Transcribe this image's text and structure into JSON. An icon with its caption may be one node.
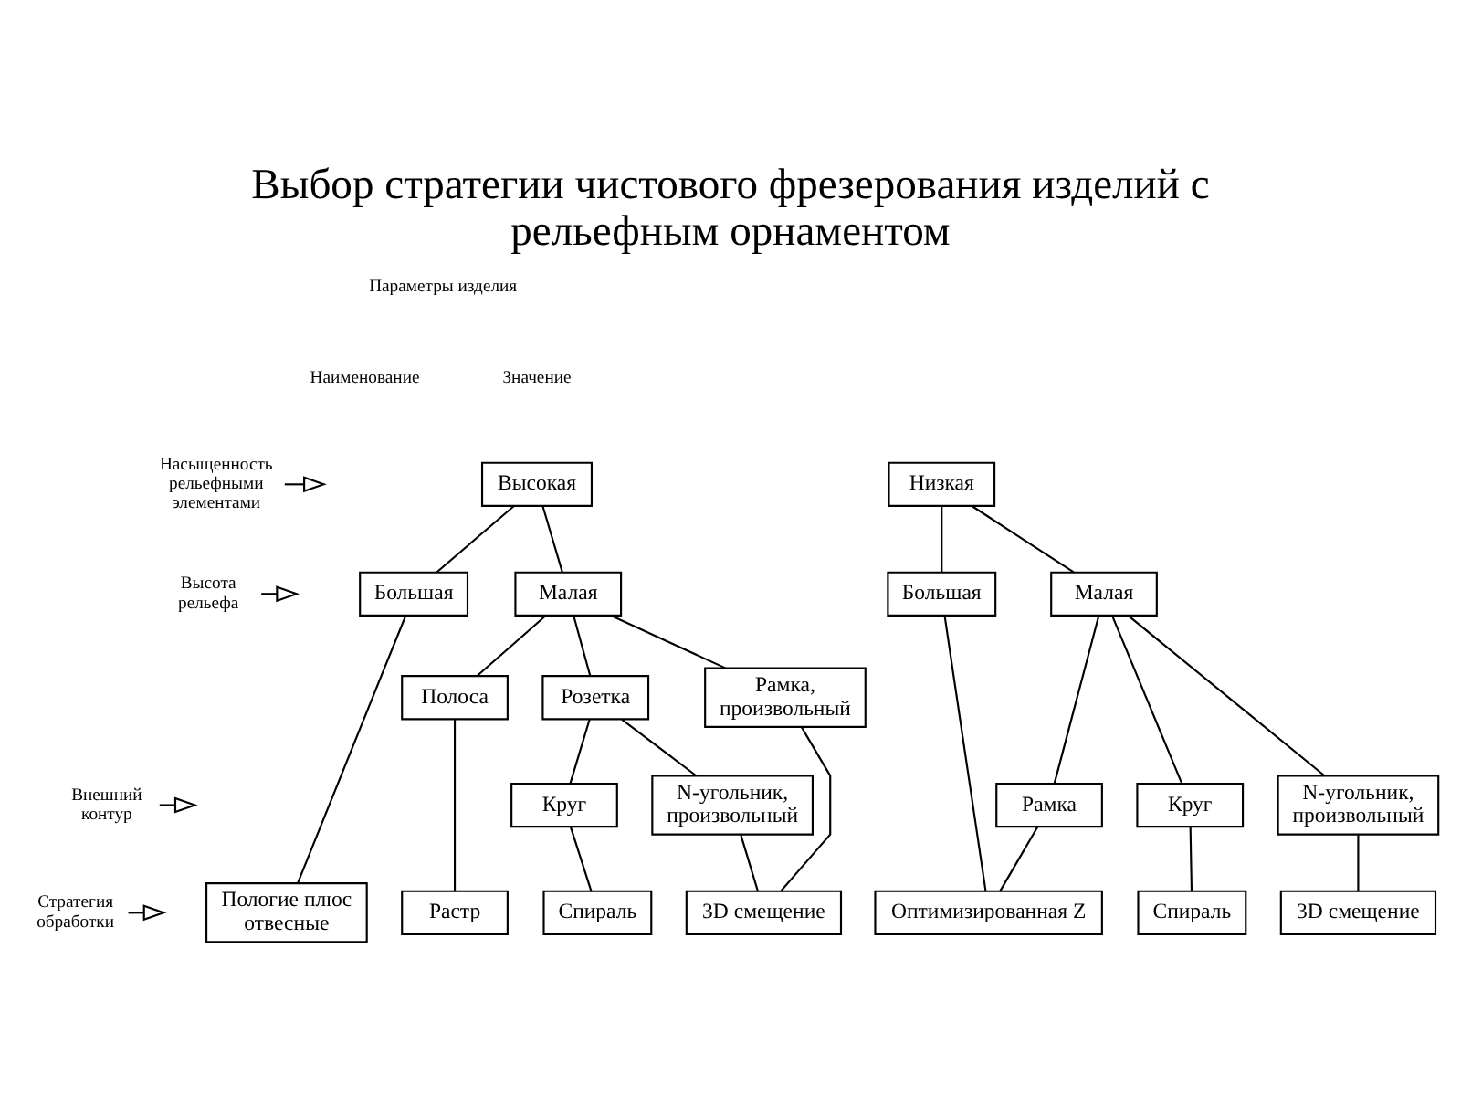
{
  "diagram": {
    "title": "Выбор стратегии чистового фрезерования изделий с рельефным орнаментом",
    "nodes": [
      {
        "text": [
          "Насыщенность рельефными элементами"
        ]
      },
      {
        "text": [
          "Высота рельефа"
        ]
      },
      {
        "text": [
          "Внешний контур"
        ]
      },
      {
        "text": [
          "Стратегия обработки"
        ]
      },
      {
        "text": [
          "Высокая"
        ]
      },
      {
        "text": [
          "Большая"
        ]
      },
      {
        "text": [
          "Малая"
        ]
      },
      {
        "text": [
          "Полоса"
        ]
      },
      {
        "text": [
          "Розетка"
        ]
      },
      {
        "text": [
          "Рамка, произвольный"
        ]
      },
      {
        "text": [
          "Круг"
        ]
      },
      {
        "text": [
          "N-угольник, произвольный"
        ]
      },
      {
        "text": [
          "Пологие плюс отвесные"
        ]
      },
      {
        "text": [
          "Растр"
        ]
      },
      {
        "text": [
          "Спираль"
        ]
      },
      {
        "text": [
          "3D смещение"
        ]
      },
      {
        "text": [
          "Низкая"
        ]
      },
      {
        "text": [
          "Большая"
        ]
      },
      {
        "text": [
          "Малая"
        ]
      },
      {
        "text": [
          "Рамка"
        ]
      },
      {
        "text": [
          "Круг"
        ]
      },
      {
        "text": [
          "N-угольник, произвольный"
        ]
      },
      {
        "text": [
          "Оптимизированная Z"
        ]
      },
      {
        "text": [
          "Спираль"
        ]
      },
      {
        "text": [
          "3D смещение"
        ]
      }
    ],
    "edges": [
      {
        "from": 0,
        "to": null,
        "arrow": "to"
      },
      {
        "from": 1,
        "to": null,
        "arrow": "to"
      },
      {
        "from": 2,
        "to": null,
        "arrow": "to"
      },
      {
        "from": 3,
        "to": null,
        "arrow": "to"
      },
      {
        "from": 4,
        "to": 5,
        "arrow": "none"
      },
      {
        "from": 4,
        "to": 6,
        "arrow": "none"
      },
      {
        "from": 6,
        "to": 7,
        "arrow": "none"
      },
      {
        "from": 6,
        "to": 8,
        "arrow": "none"
      },
      {
        "from": 6,
        "to": 9,
        "arrow": "none"
      },
      {
        "from": 8,
        "to": 10,
        "arrow": "none"
      },
      {
        "from": 8,
        "to": 11,
        "arrow": "none"
      },
      {
        "from": 5,
        "to": 12,
        "arrow": "none"
      },
      {
        "from": 7,
        "to": 13,
        "arrow": "none"
      },
      {
        "from": 10,
        "to": 14,
        "arrow": "none"
      },
      {
        "from": 11,
        "to": 15,
        "arrow": "none"
      },
      {
        "from": 9,
        "to": 15,
        "arrow": "none"
      },
      {
        "from": 16,
        "to": 17,
        "arrow": "none"
      },
      {
        "from": 16,
        "to": 18,
        "arrow": "none"
      },
      {
        "from": 18,
        "to": 19,
        "arrow": "none"
      },
      {
        "from": 18,
        "to": 20,
        "arrow": "none"
      },
      {
        "from": 18,
        "to": 21,
        "arrow": "none"
      },
      {
        "from": 17,
        "to": 22,
        "arrow": "none"
      },
      {
        "from": 19,
        "to": 22,
        "arrow": "none"
      },
      {
        "from": 20,
        "to": 23,
        "arrow": "none"
      },
      {
        "from": 21,
        "to": 24,
        "arrow": "none"
      }
    ],
    "labels": [
      "Параметры изделия",
      "Наименование",
      "Значение"
    ]
  }
}
